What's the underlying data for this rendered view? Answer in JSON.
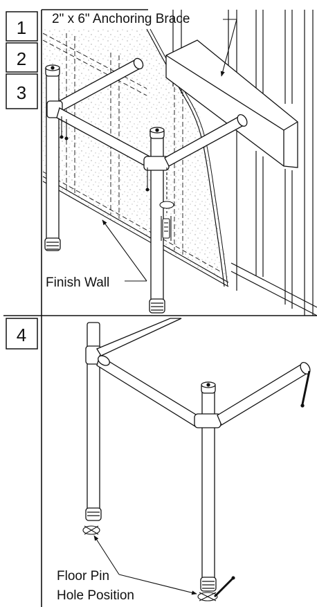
{
  "panel_top": {
    "step_numbers": [
      "1",
      "2",
      "3"
    ],
    "callouts": {
      "brace": "2\" x 6\" Anchoring Brace",
      "wall": "Finish Wall"
    }
  },
  "panel_bottom": {
    "step_number": "4",
    "callouts": {
      "floor_pin_line1": "Floor Pin",
      "floor_pin_line2": "Hole Position"
    }
  },
  "colors": {
    "ink": "#111111",
    "paper": "#ffffff",
    "speckle": "#7a7a7a"
  }
}
